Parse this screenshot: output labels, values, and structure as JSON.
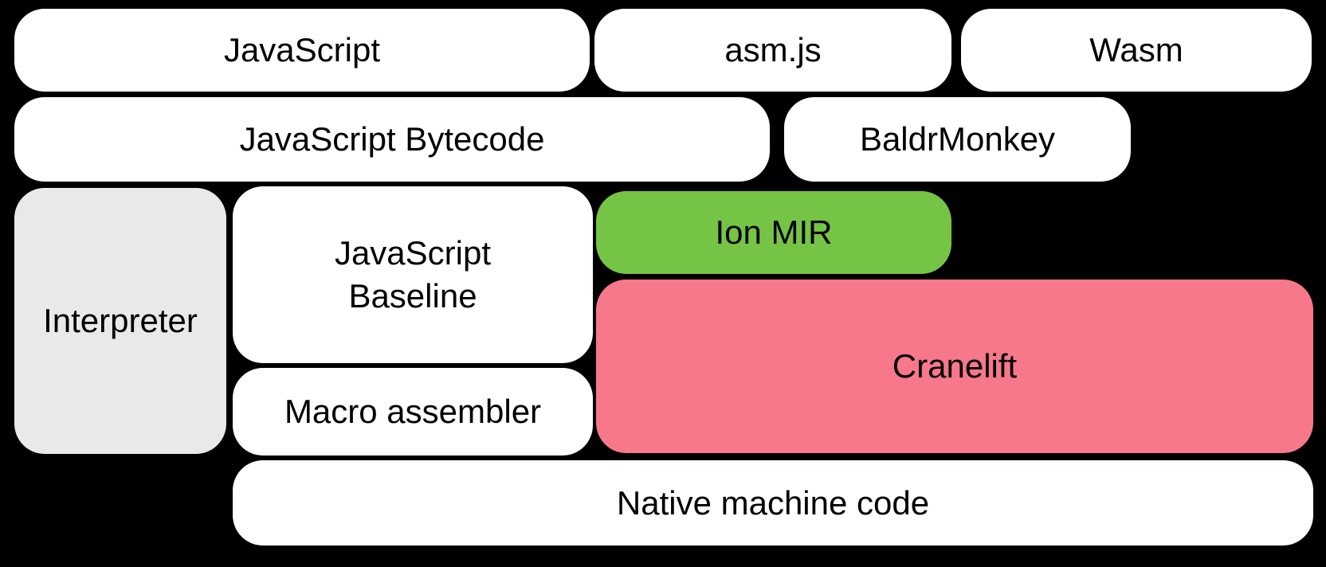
{
  "diagram": {
    "colors": {
      "background": "#000000",
      "text": "#000000",
      "white": "#ffffff",
      "gray": "#e9e9e9",
      "green": "#76c445",
      "pink": "#f7788a"
    },
    "boxes": {
      "javascript": {
        "label": "JavaScript",
        "fill": "white"
      },
      "asmjs": {
        "label": "asm.js",
        "fill": "white"
      },
      "wasm": {
        "label": "Wasm",
        "fill": "white"
      },
      "js_bytecode": {
        "label": "JavaScript Bytecode",
        "fill": "white"
      },
      "baldrmonkey": {
        "label": "BaldrMonkey",
        "fill": "white"
      },
      "interpreter": {
        "label": "Interpreter",
        "fill": "gray"
      },
      "js_baseline": {
        "lines": [
          "JavaScript",
          "Baseline"
        ],
        "fill": "white"
      },
      "ion_mir": {
        "label": "Ion MIR",
        "fill": "green"
      },
      "cranelift": {
        "label": "Cranelift",
        "fill": "pink"
      },
      "macro_assembler": {
        "label": "Macro assembler",
        "fill": "white"
      },
      "native_machine_code": {
        "label": "Native machine code",
        "fill": "white"
      }
    }
  }
}
